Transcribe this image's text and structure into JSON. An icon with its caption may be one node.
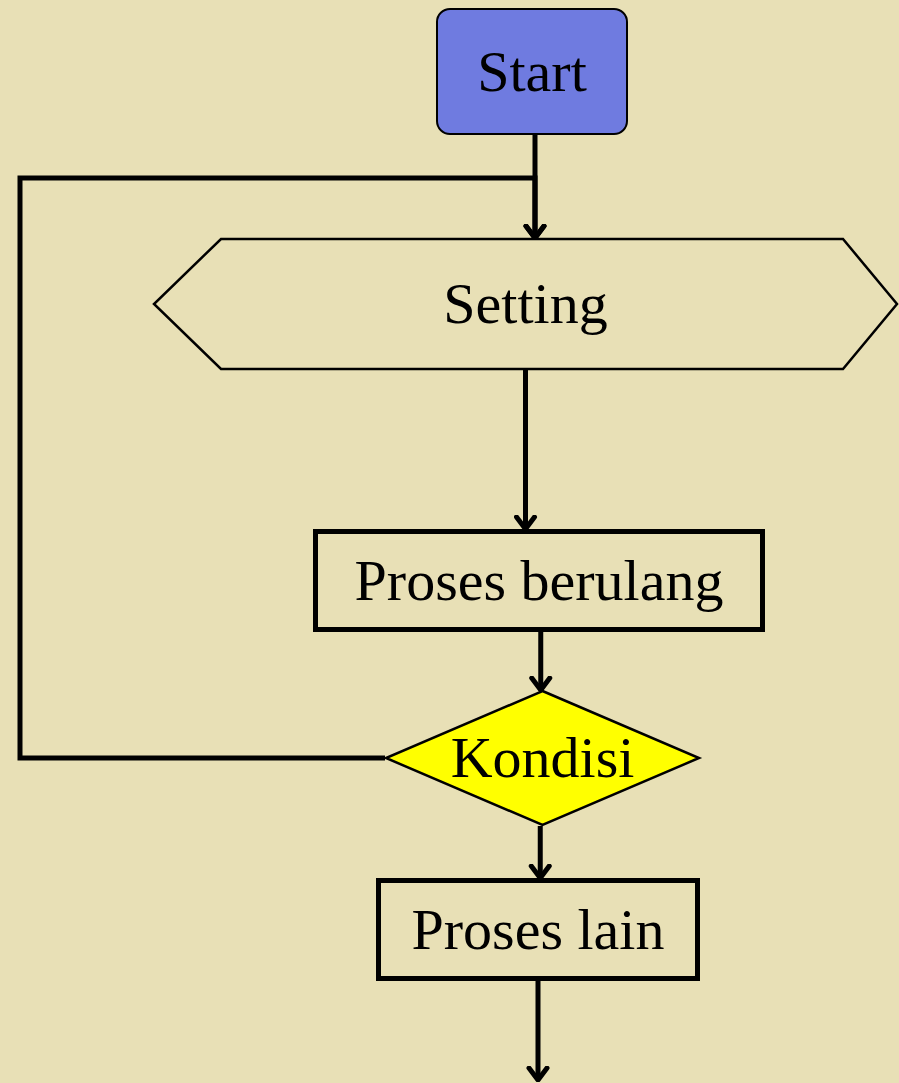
{
  "diagram": {
    "nodes": [
      {
        "text": [
          "Start"
        ]
      },
      {
        "text": [
          "Setting"
        ]
      },
      {
        "text": [
          "Proses berulang"
        ]
      },
      {
        "text": [
          "Kondisi"
        ]
      },
      {
        "text": [
          "Proses lain"
        ]
      }
    ],
    "edges": [
      {
        "from": 0,
        "to": 1,
        "arrow": "to"
      },
      {
        "from": 1,
        "to": 2,
        "arrow": "to"
      },
      {
        "from": 2,
        "to": 3,
        "arrow": "to"
      },
      {
        "from": 3,
        "to": 1,
        "arrow": "to"
      },
      {
        "from": 3,
        "to": 4,
        "arrow": "to"
      },
      {
        "from": 4,
        "to": null,
        "arrow": "to"
      }
    ]
  }
}
